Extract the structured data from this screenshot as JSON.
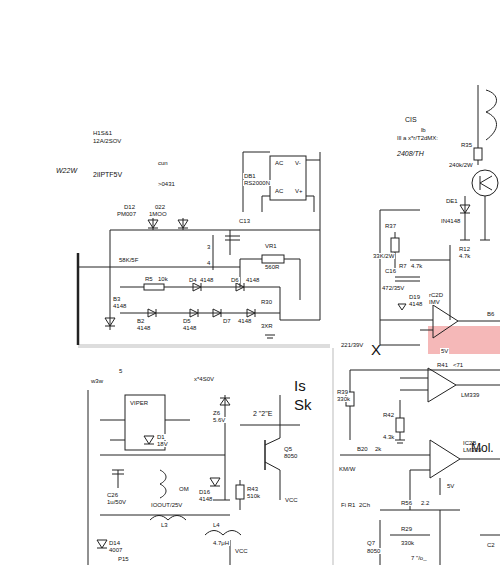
{
  "diagram": {
    "labels": [
      "H1S&1",
      "12A/2SOV",
      "W22W",
      "2iIPTF5V",
      "cun",
      ">0431",
      "D12",
      "PM007",
      "022",
      "1MOO",
      "DB1",
      "RS2000N",
      "AC",
      "AC",
      "V-",
      "V+",
      "C13",
      "VR1",
      "560R",
      "58K/5F",
      "R5",
      "10k",
      "D4",
      "4148",
      "D6",
      "4148",
      "B3",
      "4148",
      "B2",
      "4148",
      "D5",
      "4148",
      "D7",
      "4148",
      "R30",
      "3XR",
      "3",
      "4",
      "CIS",
      "lb",
      "Ill a x*r/T2dMX:",
      "2408/TH",
      "R35",
      "240k/2W",
      "DE1",
      "IN4148",
      "R12",
      "4.7k",
      "R37",
      "33K/2W",
      "R7",
      "4.7k",
      "C16",
      "472/35V",
      "D19",
      "4148",
      "rC2D",
      "IMV",
      "B6",
      "221/39V",
      "X",
      "R39",
      "330k",
      "R41",
      "<71",
      "LM339",
      "R42",
      "4.3k",
      "B20",
      "2k",
      "KM/W",
      "IC2B",
      "LM339",
      "Mol.",
      "5V",
      "R56",
      "2.2",
      "Fi R1",
      "2Ch",
      "Q7",
      "8050",
      "R29",
      "330k",
      "7 \"/o_",
      "C2",
      "Is",
      "Sk",
      "w3w",
      "5",
      "VIPER",
      "x*4S0V",
      "Z6",
      "5.6V",
      "2 \"2\"E",
      "Q5",
      "8050",
      "D16",
      "4148",
      "R43",
      "510k",
      "D1",
      "18V",
      "C26",
      "1u/50V",
      "IOOUT/25V",
      "OM",
      "D14",
      "4007",
      "P15",
      "L3",
      "L4",
      "4.7μH",
      "VCC",
      "VCC",
      "5V"
    ]
  }
}
